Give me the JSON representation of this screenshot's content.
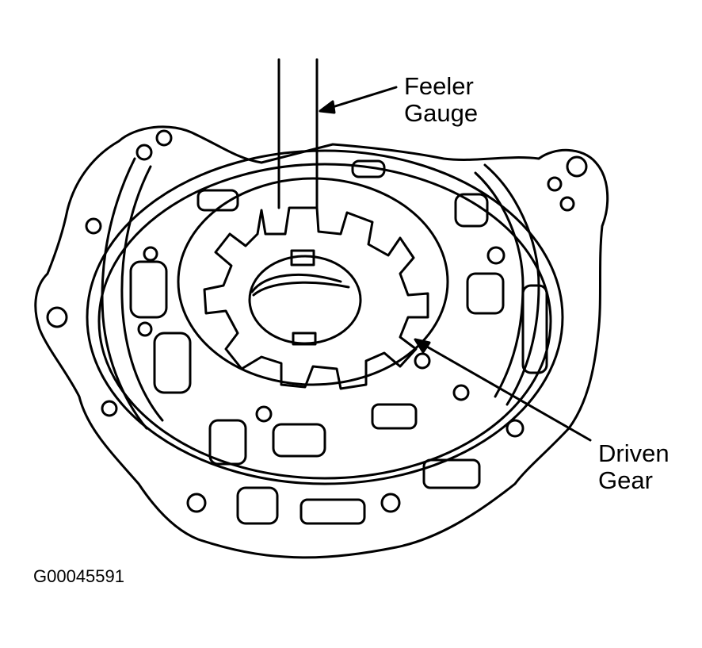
{
  "colors": {
    "ink": "#000000",
    "paper": "#ffffff"
  },
  "labels": {
    "feeler_gauge_line1": "Feeler",
    "feeler_gauge_line2": "Gauge",
    "driven_gear_line1": "Driven",
    "driven_gear_line2": "Gear"
  },
  "figure_id": "G00045591"
}
